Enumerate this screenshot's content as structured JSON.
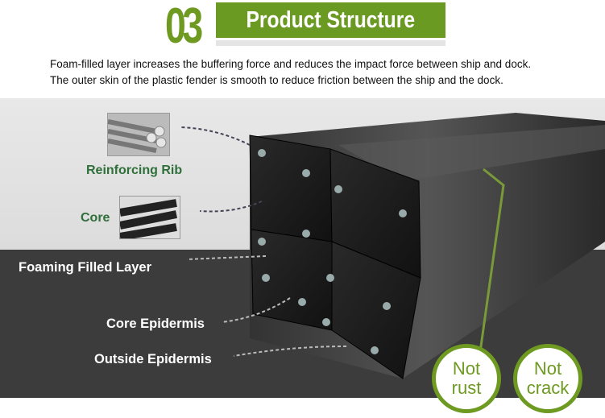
{
  "header": {
    "number": "03",
    "title": "Product Structure"
  },
  "description": [
    "Foam-filled layer increases the buffering force and reduces the impact force between ship and dock.",
    "The outer skin of the plastic fender is smooth to reduce friction between the ship and the dock."
  ],
  "labels": {
    "rib": "Reinforcing Rib",
    "core": "Core",
    "foam": "Foaming Filled Layer",
    "core_epidermis": "Core Epidermis",
    "outside_epidermis": "Outside Epidermis"
  },
  "badges": [
    {
      "line1": "Not",
      "line2": "rust"
    },
    {
      "line1": "Not",
      "line2": "crack"
    }
  ],
  "colors": {
    "accent": "#6b9a22",
    "label_green": "#2f6f3a",
    "dark_band": "#3c3c3c"
  }
}
